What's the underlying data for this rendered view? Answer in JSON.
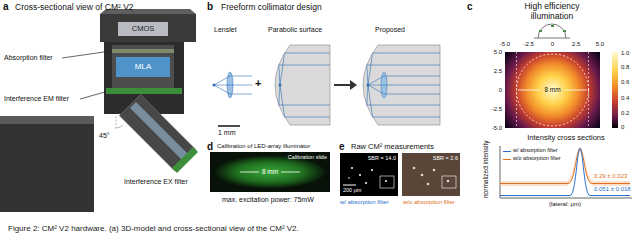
{
  "diagram": {
    "caption": "Figure 2: CM² V2 hardware. (a) 3D-model and cross-sectional view of the CM² V2.",
    "nodes": [
      {
        "text": [
          "CMOS"
        ]
      },
      {
        "text": [
          "MLA"
        ]
      },
      {
        "text": [
          "8 mm"
        ]
      },
      {
        "text": [
          "8 mm",
          "Calibration slide"
        ]
      },
      {
        "text": [
          "SBR = 14.0",
          "200 μm"
        ]
      },
      {
        "text": [
          "SBR = 2.6"
        ]
      }
    ],
    "labels": [
      "a",
      "Cross-sectional view of CM² V2",
      "Absorption filter",
      "Interference EM filter",
      "45°",
      "Interference EX filter",
      "b",
      "Freeform collimator design",
      "Lenslet",
      "+",
      "Parabolic surface",
      "Proposed",
      "1 mm",
      "c",
      "High efficiency illumination",
      "-5.0",
      "-2.5",
      "0",
      "2.5",
      "5.0",
      "5.0",
      "2.5",
      "0",
      "-2.5",
      "-5.0",
      "1.0",
      "0.8",
      "0.6",
      "0.4",
      "0.2",
      "0",
      "Intensity cross sections",
      "normalized intensity",
      "0.29 ± 0.023",
      "0.051 ± 0.018",
      "(lateral: μm)",
      "d",
      "Calibration of LED-array illuminator",
      "max. excitation power: 75mW",
      "e",
      "Raw CM² measurements",
      "w/ absorption filter",
      "w/o absorption filter"
    ],
    "legend": [
      {
        "text": "w/ absorption filter"
      },
      {
        "text": "w/o absorption filter"
      }
    ]
  }
}
